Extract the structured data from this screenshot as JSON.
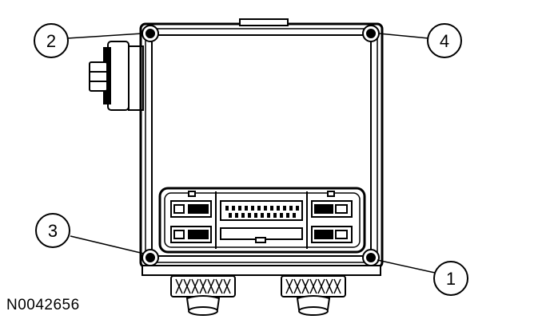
{
  "callouts": [
    {
      "label": "2"
    },
    {
      "label": "4"
    },
    {
      "label": "3"
    },
    {
      "label": "1"
    }
  ],
  "figure": {
    "reference_code": "N0042656"
  },
  "colors": {
    "line": "#000000",
    "background": "#ffffff"
  }
}
